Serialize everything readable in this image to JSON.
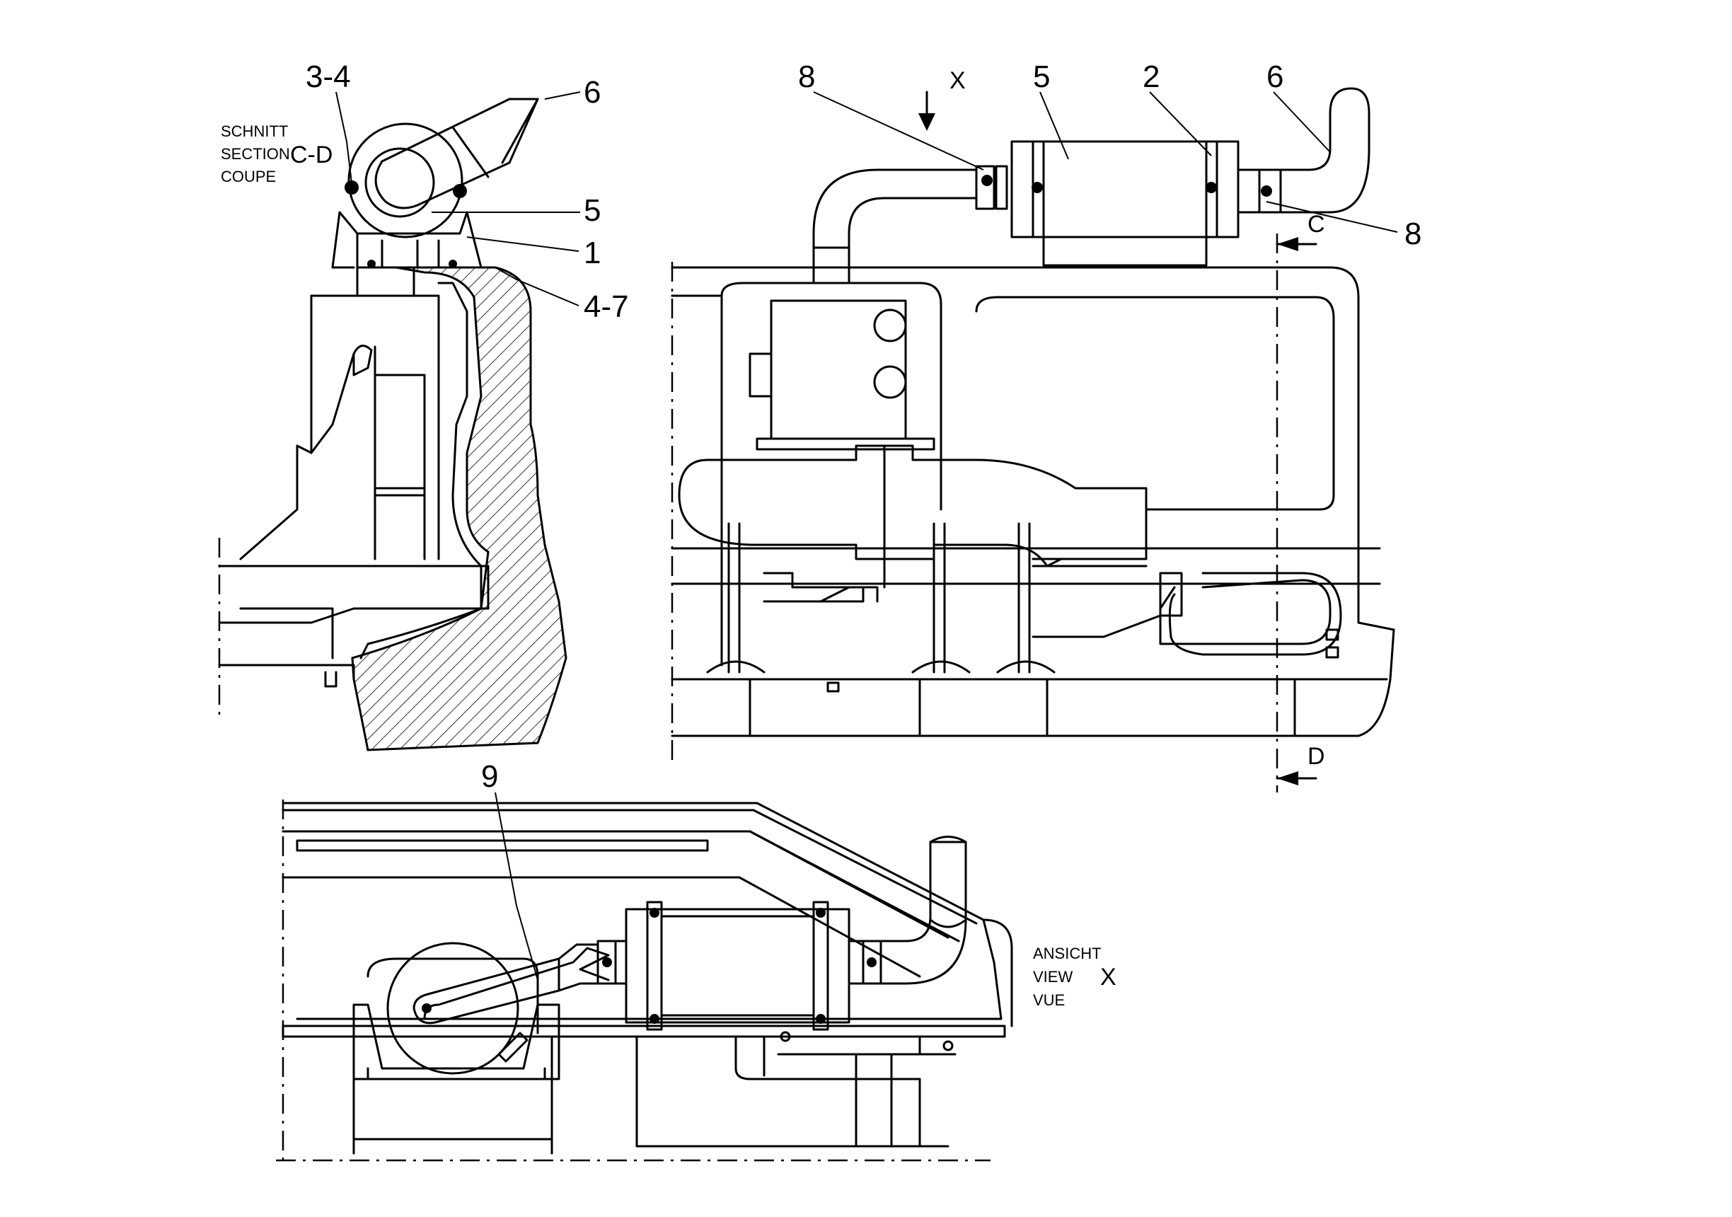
{
  "section_label": {
    "line1": "SCHNITT",
    "line2": "SECTION",
    "line3": "COUPE",
    "id": "C-D"
  },
  "view_label": {
    "line1": "ANSICHT",
    "line2": "VIEW",
    "line3": "VUE",
    "id": "X"
  },
  "view_arrow_label": "X",
  "section_marks": {
    "top": "C",
    "bottom": "D"
  },
  "callouts": {
    "left_3_4": "3-4",
    "left_6": "6",
    "left_5": "5",
    "left_1": "1",
    "left_4_7": "4-7",
    "right_8_left": "8",
    "right_5": "5",
    "right_2": "2",
    "right_6": "6",
    "right_8_right": "8",
    "bottom_9": "9"
  }
}
